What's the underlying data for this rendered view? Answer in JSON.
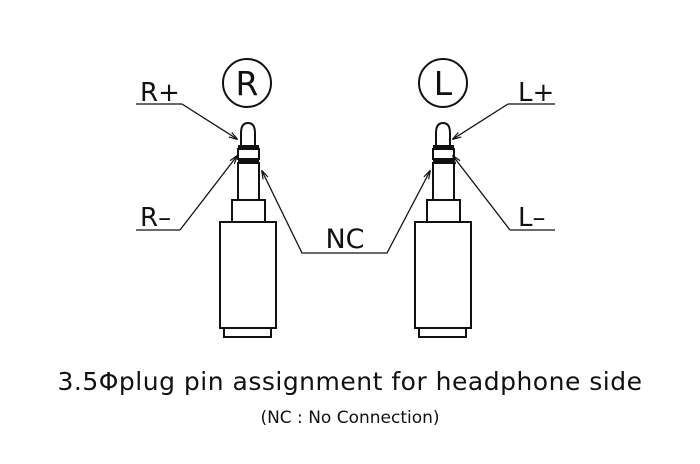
{
  "plugs": {
    "right": {
      "badge": "R",
      "plus_label": "R+",
      "minus_label": "R–"
    },
    "left": {
      "badge": "L",
      "plus_label": "L+",
      "minus_label": "L–"
    }
  },
  "nc_label": "NC",
  "caption": {
    "title": "3.5Φplug pin assignment for headphone side",
    "subtitle": "(NC : No Connection)"
  }
}
